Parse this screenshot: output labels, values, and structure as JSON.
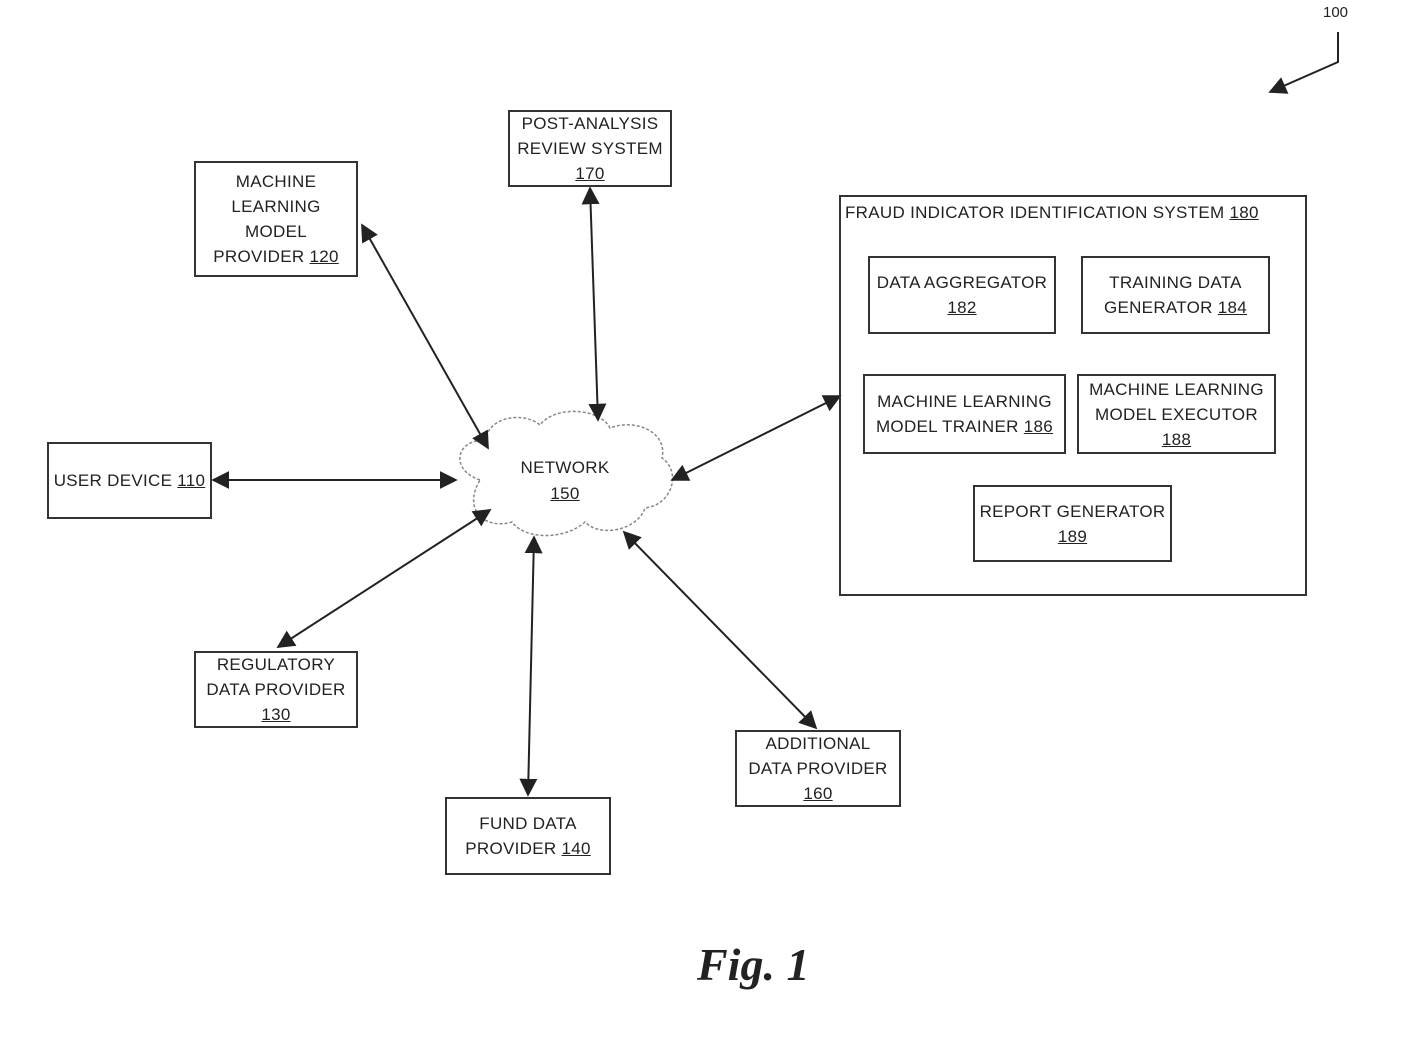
{
  "figure_ref": "100",
  "figure_caption": "Fig. 1",
  "network": {
    "label": "NETWORK",
    "ref": "150"
  },
  "boxes": {
    "ml_provider": {
      "lines": [
        "MACHINE",
        "LEARNING",
        "MODEL",
        "PROVIDER"
      ],
      "ref": "120"
    },
    "post_analysis": {
      "lines": [
        "POST-ANALYSIS",
        "REVIEW SYSTEM"
      ],
      "ref": "170"
    },
    "user_device": {
      "lines": [
        "USER DEVICE"
      ],
      "ref": "110"
    },
    "regulatory": {
      "lines": [
        "REGULATORY",
        "DATA PROVIDER"
      ],
      "ref": "130"
    },
    "fund_data": {
      "lines": [
        "FUND DATA",
        "PROVIDER"
      ],
      "ref": "140"
    },
    "additional": {
      "lines": [
        "ADDITIONAL",
        "DATA PROVIDER"
      ],
      "ref": "160"
    }
  },
  "fraud_system": {
    "title": "FRAUD INDICATOR IDENTIFICATION SYSTEM",
    "ref": "180",
    "components": {
      "data_aggregator": {
        "lines": [
          "DATA AGGREGATOR"
        ],
        "ref": "182"
      },
      "training_data_generator": {
        "lines": [
          "TRAINING DATA",
          "GENERATOR"
        ],
        "ref": "184"
      },
      "ml_trainer": {
        "lines": [
          "MACHINE LEARNING",
          "MODEL TRAINER"
        ],
        "ref": "186"
      },
      "ml_executor": {
        "lines": [
          "MACHINE LEARNING",
          "MODEL EXECUTOR"
        ],
        "ref": "188"
      },
      "report_generator": {
        "lines": [
          "REPORT GENERATOR"
        ],
        "ref": "189"
      }
    }
  }
}
